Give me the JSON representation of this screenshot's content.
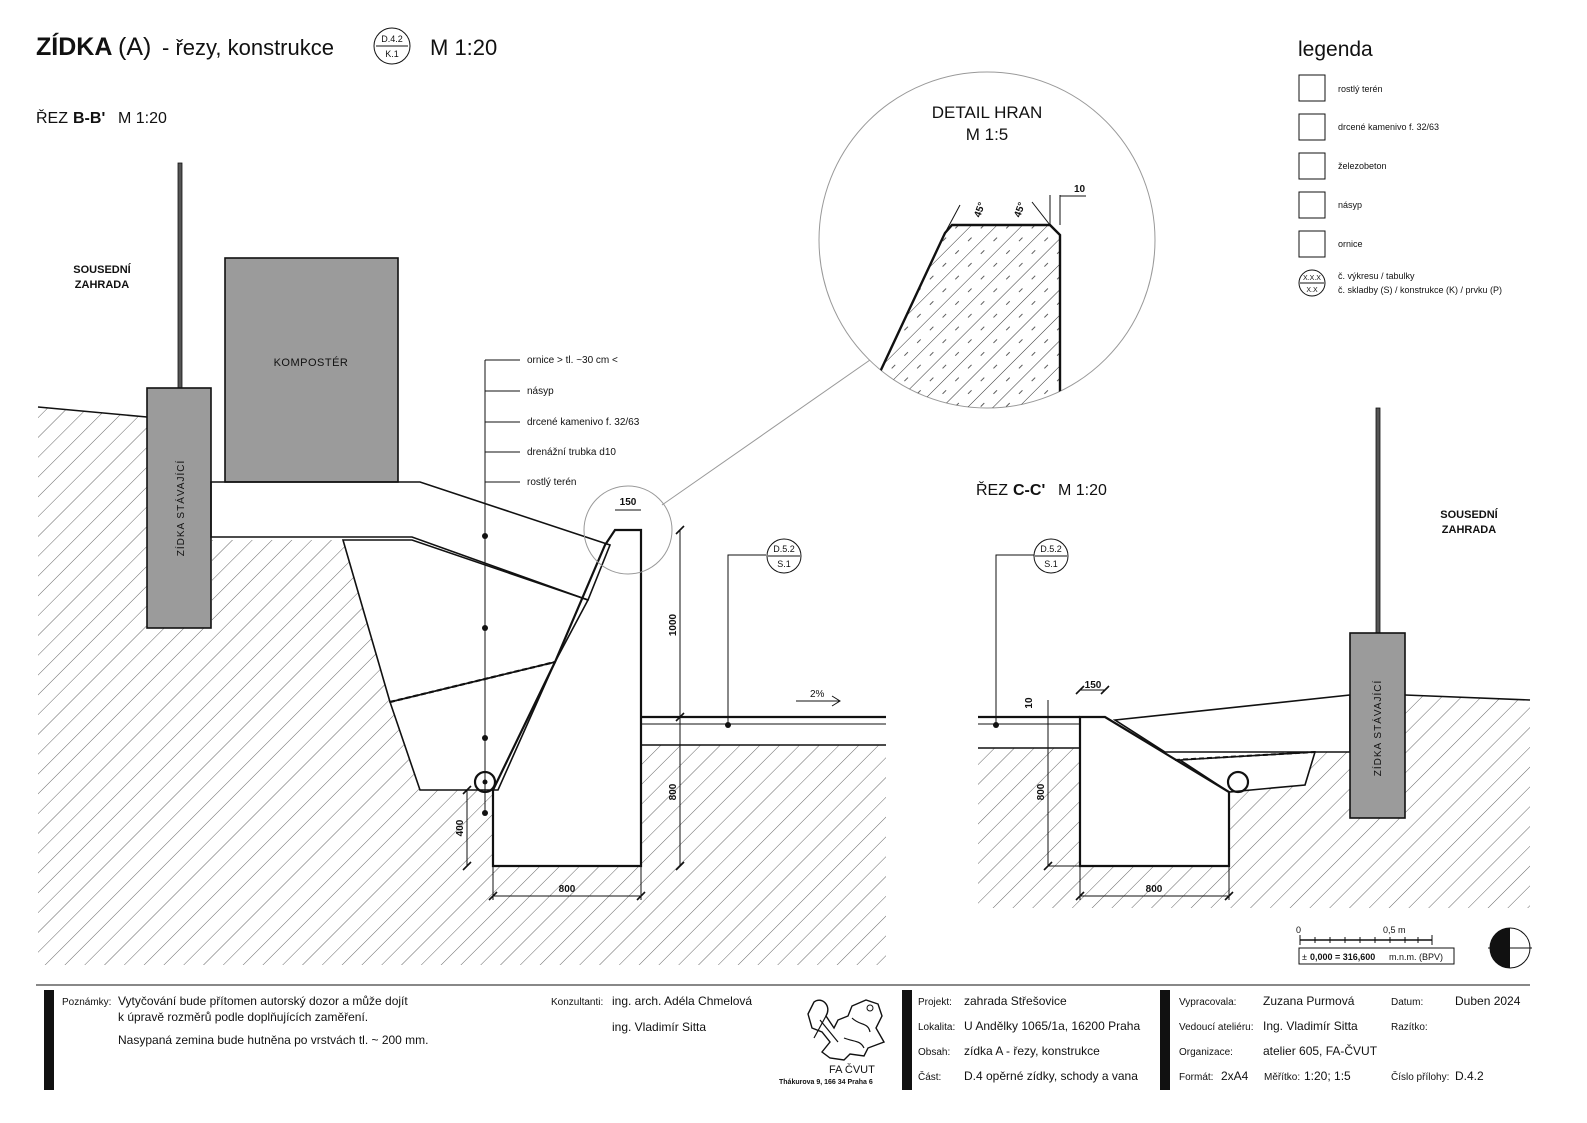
{
  "header": {
    "title_bold": "ZÍDKA",
    "title_paren": "(A)",
    "title_rest": "- řezy, konstrukce",
    "ref_top": "D.4.2",
    "ref_bottom": "K.1",
    "scale": "M 1:20"
  },
  "section_bb": {
    "title_prefix": "ŘEZ",
    "title_bold": "B-B'",
    "title_scale": "M 1:20",
    "neighbor_label_1": "SOUSEDNÍ",
    "neighbor_label_2": "ZAHRADA",
    "composter_label": "KOMPOSTÉR",
    "wall_label": "ZÍDKA STÁVAJÍCÍ",
    "layers": [
      "ornice > tl. ~30 cm <",
      "násyp",
      "drcené kamenivo f. 32/63",
      "drenážní trubka d10",
      "rostlý terén"
    ],
    "dim_150": "150",
    "dim_1000": "1000",
    "dim_800_v": "800",
    "dim_400": "400",
    "dim_800_h": "800",
    "slope": "2%",
    "ref_top": "D.5.2",
    "ref_bottom": "S.1"
  },
  "detail": {
    "title": "DETAIL HRAN",
    "scale": "M 1:5",
    "angle_1": "45°",
    "angle_2": "45°",
    "dim_10": "10"
  },
  "section_cc": {
    "title_prefix": "ŘEZ",
    "title_bold": "C-C'",
    "title_scale": "M 1:20",
    "neighbor_label_1": "SOUSEDNÍ",
    "neighbor_label_2": "ZAHRADA",
    "wall_label": "ZÍDKA STÁVAJÍCÍ",
    "dim_150": "150",
    "dim_10": "10",
    "dim_800_v": "800",
    "dim_800_h": "800",
    "ref_top": "D.5.2",
    "ref_bottom": "S.1"
  },
  "legend": {
    "title": "legenda",
    "items": [
      "rostlý terén",
      "drcené kamenivo f. 32/63",
      "železobeton",
      "násyp",
      "ornice"
    ],
    "ref_top": "X.X.X",
    "ref_bottom": "X.X",
    "ref_line1": "č. výkresu / tabulky",
    "ref_line2": "č. skladby (S) / konstrukce (K) / prvku (P)"
  },
  "scalebar": {
    "zero": "0",
    "half": "0,5 m",
    "datum_prefix": "±",
    "datum_bold": "0,000 = 316,600",
    "datum_rest": "m.n.m. (BPV)"
  },
  "titleblock": {
    "notes_label": "Poznámky:",
    "note_1a": "Vytyčování bude přítomen autorský dozor a může dojít",
    "note_1b": "k úpravě rozměrů podle doplňujících zaměření.",
    "note_2": "Nasypaná zemina bude hutněna po vrstvách tl. ~ 200 mm.",
    "consultants_label": "Konzultanti:",
    "consultant_1": "ing. arch. Adéla Chmelová",
    "consultant_2": "ing. Vladimír Sitta",
    "logo_name": "FA ČVUT",
    "logo_address": "Thákurova 9, 166 34 Praha 6",
    "project_label": "Projekt:",
    "project": "zahrada Střešovice",
    "locality_label": "Lokalita:",
    "locality": "U Andělky 1065/1a, 16200 Praha",
    "content_label": "Obsah:",
    "content": "zídka A - řezy, konstrukce",
    "part_label": "Část:",
    "part": "D.4 opěrné zídky, schody a vana",
    "author_label": "Vypracovala:",
    "author": "Zuzana Purmová",
    "date_label": "Datum:",
    "date": "Duben 2024",
    "head_label": "Vedoucí ateliéru:",
    "head": "Ing. Vladimír Sitta",
    "stamp_label": "Razítko:",
    "org_label": "Organizace:",
    "org": "atelier 605, FA-ČVUT",
    "format_label": "Formát:",
    "format": "2xA4",
    "scale_label": "Měřítko:",
    "scale": "1:20; 1:5",
    "sheet_label": "Číslo přílohy:",
    "sheet": "D.4.2"
  }
}
